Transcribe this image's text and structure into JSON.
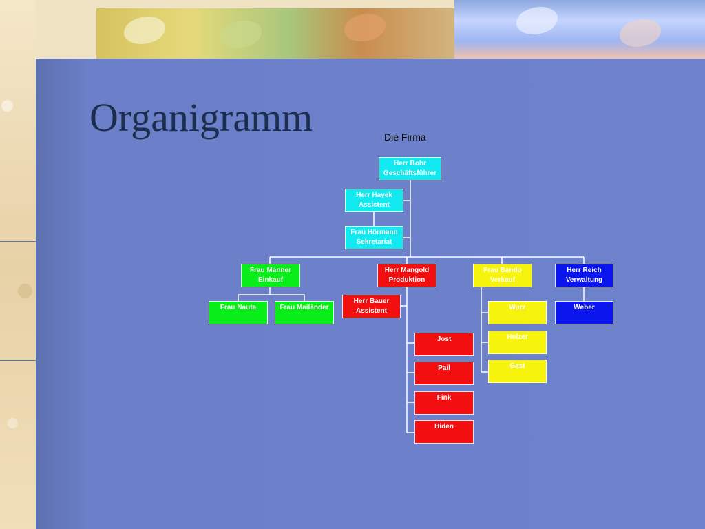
{
  "title": "Organigramm",
  "diagram_title": "Die Firma",
  "colors": {
    "slide": "#6b80c8",
    "cyan": "#12e9f0",
    "green": "#09ee19",
    "red": "#f30f10",
    "yellow": "#f6f40c",
    "blue": "#0b16ef",
    "title": "#1d2d4e"
  },
  "org": {
    "ceo": "Herr Bohr\nGeschäftsführer",
    "assistant_top": "Herr Hayek\nAssistent",
    "secretary": "Frau Hörmann\nSekretariat",
    "einkauf": "Frau Manner\nEinkauf",
    "produktion": "Herr Mangold\nProduktion",
    "verkauf": "Frau Bandu\nVerkauf",
    "verwaltung": "Herr Reich\nVerwaltung",
    "einkauf_team_1": "Frau Nauta",
    "einkauf_team_2": "Frau Mailänder",
    "produktion_assistant": "Herr Bauer\nAssistent",
    "produktion_team_1": "Jost",
    "produktion_team_2": "Pail",
    "produktion_team_3": "Fink",
    "produktion_team_4": "Hiden",
    "verkauf_team_1": "Wurz",
    "verkauf_team_2": "Holzer",
    "verkauf_team_3": "Gast",
    "verwaltung_team_1": "Weber"
  }
}
